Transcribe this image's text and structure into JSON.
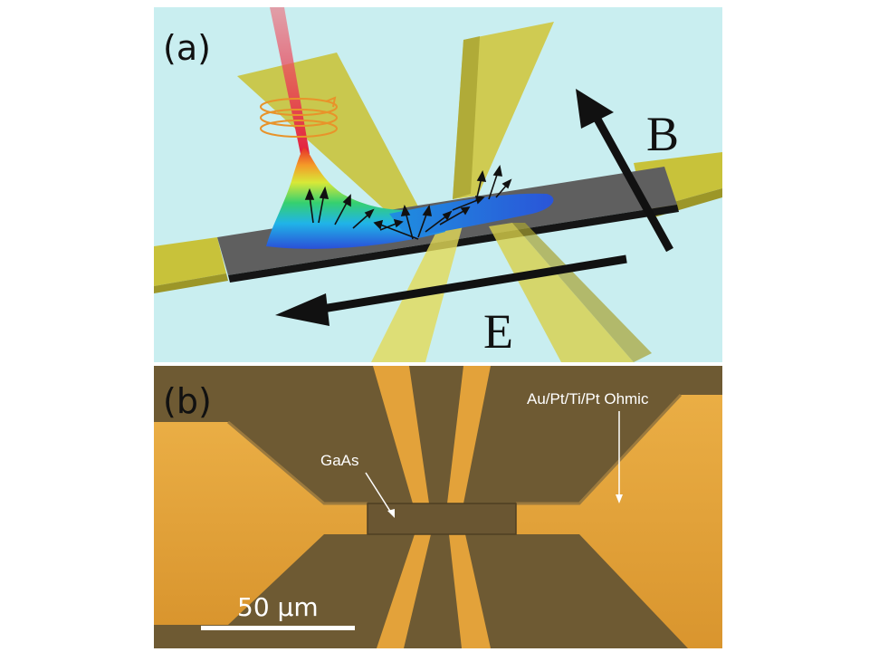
{
  "panel_a": {
    "label": "(a)",
    "magnetic_field_label": "B",
    "electric_field_label": "E"
  },
  "panel_b": {
    "label": "(b)",
    "channel_label": "GaAs",
    "contact_label": "Au/Pt/Ti/Pt Ohmic",
    "scale_bar_label": "50 µm"
  },
  "colors": {
    "background_a": "#c9eef0",
    "gold_contact": "#c8c23a",
    "gold_b": "#e3a23a",
    "substrate_b": "#6e5a33",
    "channel": "#5a5a5a",
    "laser": "#e8334a"
  }
}
